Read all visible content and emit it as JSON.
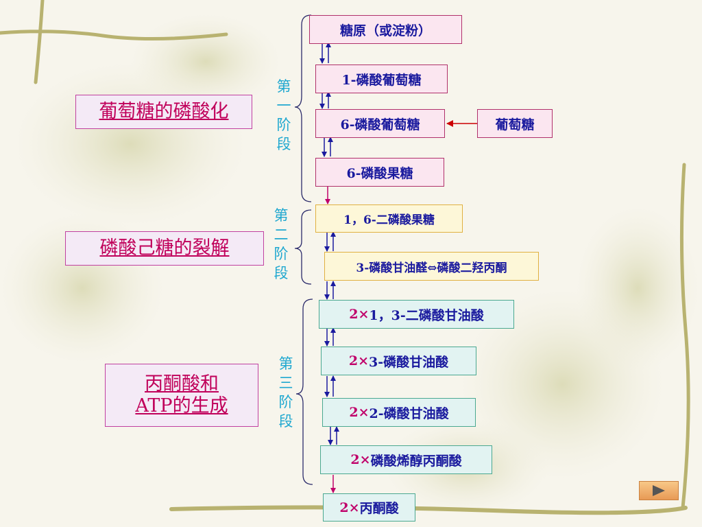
{
  "colors": {
    "up_arrow": "#1a1a9e",
    "down_arrow": "#1a1a9e",
    "feed_arrow": "#c0006a",
    "side_arrow": "#cc0000",
    "bracket": "#2a2a6a"
  },
  "sections": {
    "phosphorylation": "葡萄糖的磷酸化",
    "cleavage": "磷酸己糖的裂解",
    "pyruvate_line1": "丙酮酸和",
    "pyruvate_line2": "ATP的生成"
  },
  "stages": {
    "first": [
      "第",
      "一",
      "阶",
      "段"
    ],
    "second": [
      "第",
      "二",
      "阶",
      "段"
    ],
    "third": [
      "第",
      "三",
      "阶",
      "段"
    ]
  },
  "nodes": {
    "glycogen": "糖原（或淀粉）",
    "g1p": "1-磷酸葡萄糖",
    "g6p": "6-磷酸葡萄糖",
    "glucose": "葡萄糖",
    "f6p": "6-磷酸果糖",
    "f16bp": "1，6-二磷酸果糖",
    "triose": "3-磷酸甘油醛⇔磷酸二羟丙酮",
    "bpg13": {
      "mul": "2×",
      "text": "1，3-二磷酸甘油酸"
    },
    "pg3": {
      "mul": "2×",
      "text": "3-磷酸甘油酸"
    },
    "pg2": {
      "mul": "2×",
      "text": "2-磷酸甘油酸"
    },
    "pep": {
      "mul": "2×",
      "text": "磷酸烯醇丙酮酸"
    },
    "pyruvate": {
      "mul": "2×",
      "text": "丙酮酸"
    }
  },
  "nav": {
    "next_icon": "play-triangle-icon"
  }
}
